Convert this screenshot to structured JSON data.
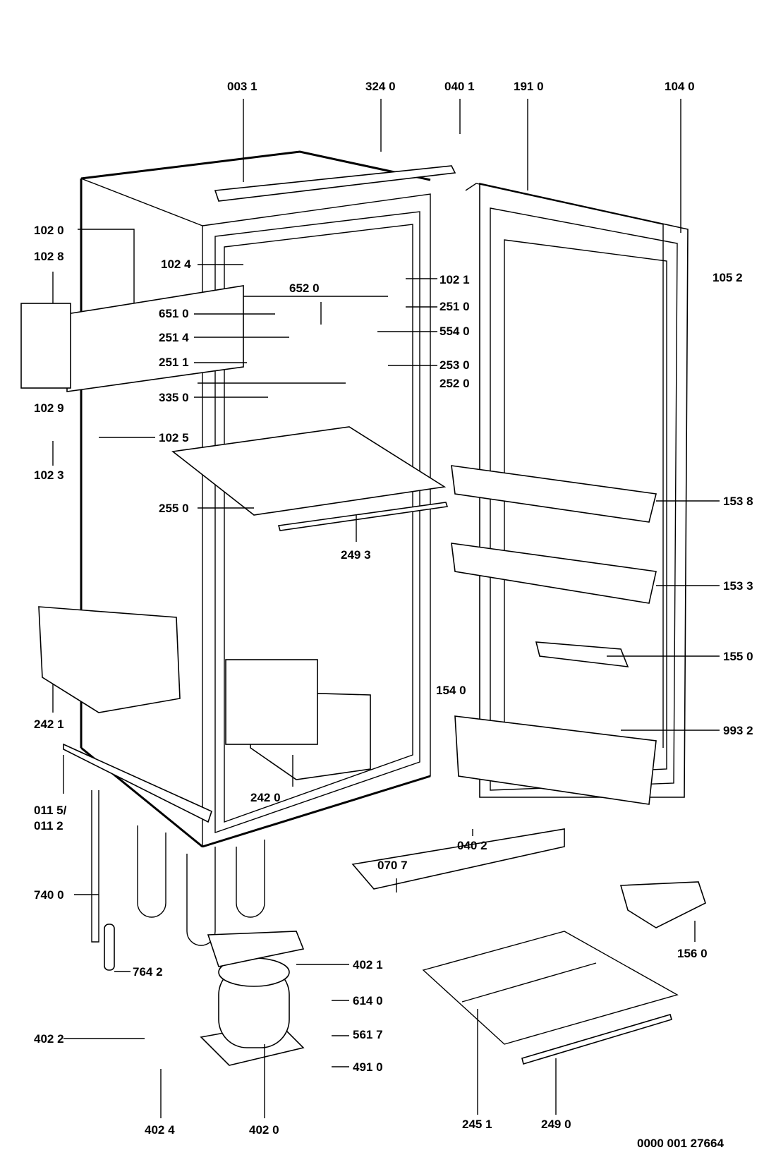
{
  "diagram": {
    "title": "Refrigerator exploded parts diagram",
    "drawing_number": "0000 001 27664",
    "labels": {
      "p0031": "003 1",
      "p3240": "324 0",
      "p0401": "040 1",
      "p1910": "191 0",
      "p1040": "104 0",
      "p1020": "102 0",
      "p1028": "102 8",
      "p1024": "102 4",
      "p1021": "102 1",
      "p6520": "652 0",
      "p6510": "651 0",
      "p2510": "251 0",
      "p1052": "105 2",
      "p2514": "251 4",
      "p5540": "554 0",
      "p2511": "251 1",
      "p2530": "253 0",
      "p2520": "252 0",
      "p3350": "335 0",
      "p1029": "102 9",
      "p1025": "102 5",
      "p1023": "102 3",
      "p2550": "255 0",
      "p1538": "153 8",
      "p2493": "249 3",
      "p1533": "153 3",
      "p1550": "155 0",
      "p2421": "242 1",
      "p1540": "154 0",
      "p9932": "993 2",
      "p0115": "011 5/",
      "p0112": "011 2",
      "p2420": "242 0",
      "p0402": "040 2",
      "p0707": "070 7",
      "p7400": "740 0",
      "p1560": "156 0",
      "p4021": "402 1",
      "p7642": "764 2",
      "p6140": "614 0",
      "p4022": "402 2",
      "p5617": "561 7",
      "p4910": "491 0",
      "p4024": "402 4",
      "p4020": "402 0",
      "p2451": "245 1",
      "p2490": "249 0"
    }
  }
}
